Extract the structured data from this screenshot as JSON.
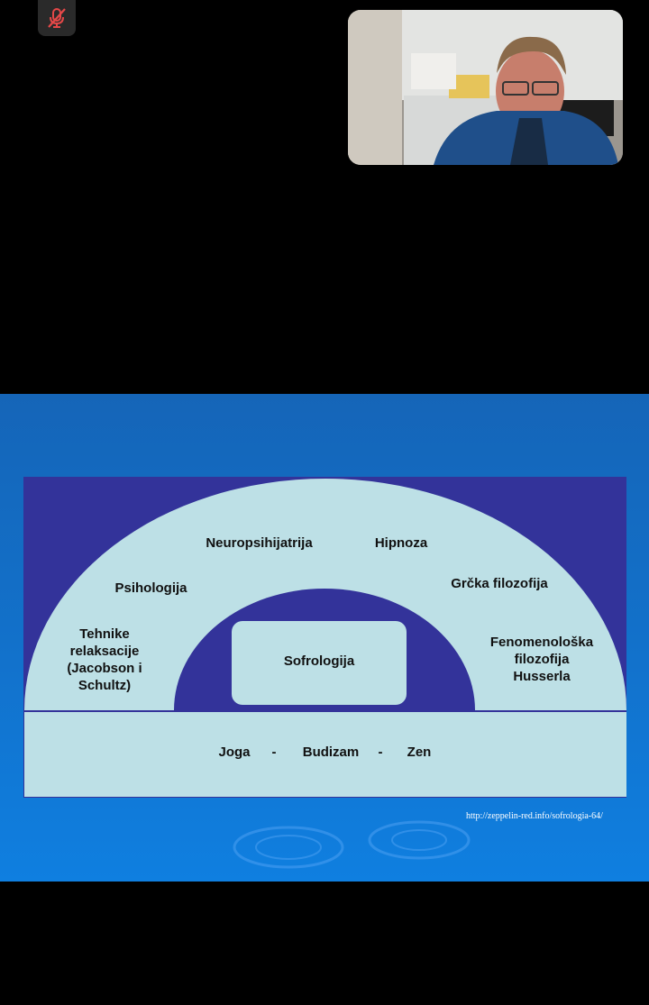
{
  "call": {
    "mic_state": "muted"
  },
  "slide": {
    "outer_labels": {
      "neuropsihijatrija": "Neuropsihijatrija",
      "hipnoza": "Hipnoza",
      "psihologija": "Psihologija",
      "grcka_filozofija": "Grčka filozofija",
      "tehnike_1": "Tehnike",
      "tehnike_2": "relaksacije",
      "tehnike_3": "(Jacobson i",
      "tehnike_4": "Schultz)",
      "fenom_1": "Fenomenološka",
      "fenom_2": "filozofija",
      "fenom_3": "Husserla"
    },
    "center_label": "Sofrologija",
    "base_labels": {
      "joga": "Joga",
      "dash1": "-",
      "budizam": "Budizam",
      "dash2": "-",
      "zen": "Zen"
    },
    "source_url": "http://zeppelin-red.info/sofrologia-64/"
  },
  "colors": {
    "slide_dark_blue": "#33339a",
    "slide_light_blue": "#bde0e6",
    "background": "#000000"
  }
}
